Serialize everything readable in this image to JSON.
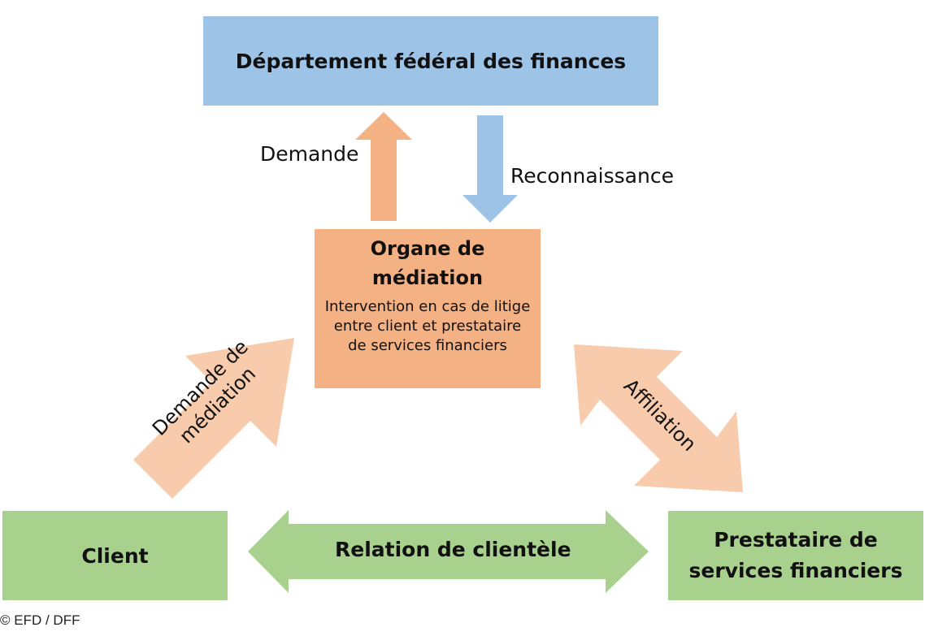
{
  "nodes": {
    "dff": "Département fédéral des finances",
    "organe_title_1": "Organe de",
    "organe_title_2": "médiation",
    "organe_description": "Intervention en cas de litige entre client et prestataire de services financiers",
    "client": "Client",
    "prestataire_1": "Prestataire de",
    "prestataire_2": "services financiers"
  },
  "edges": {
    "demande": "Demande",
    "reconnaissance": "Reconnaissance",
    "demande_mediation_1": "Demande de",
    "demande_mediation_2": "médiation",
    "affiliation": "Affiliation",
    "relation": "Relation de clientèle"
  },
  "footer": {
    "copyright": "© EFD / DFF"
  },
  "colors": {
    "dff_box": "#9dc3e6",
    "organe_box": "#f4b183",
    "green_box": "#a9d18e",
    "orange_arrow": "#f4b183",
    "blue_arrow": "#9dc3e6",
    "peach_arrow": "#f8cbad",
    "green_arrow": "#a9d18e"
  }
}
